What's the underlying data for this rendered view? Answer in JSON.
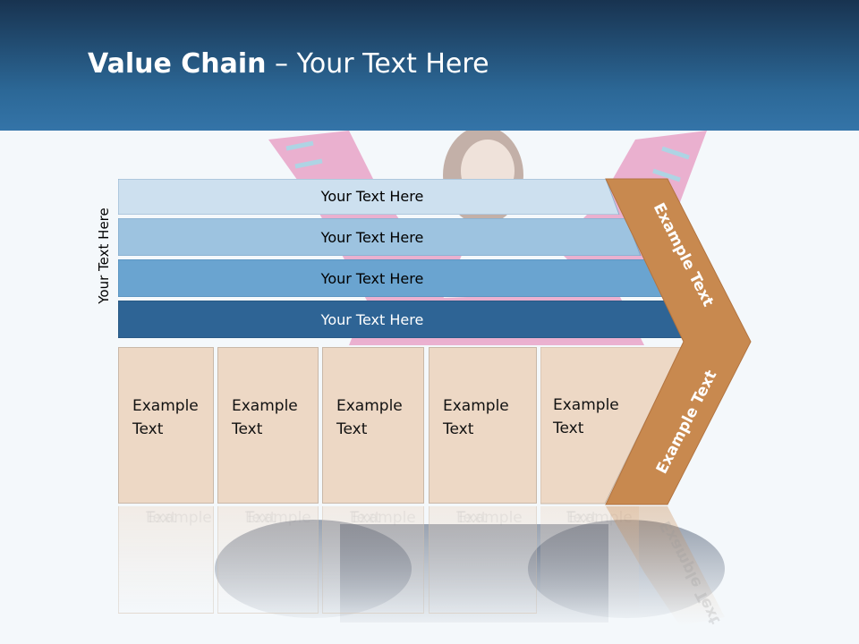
{
  "slide": {
    "title_bold": "Value Chain",
    "title_rest": " – Your Text Here",
    "side_label": "Your Text Here"
  },
  "bars": [
    {
      "label": "Your Text Here",
      "color": "#cde0ef"
    },
    {
      "label": "Your Text Here",
      "color": "#9dc3e0"
    },
    {
      "label": "Your Text Here",
      "color": "#6aa4d0"
    },
    {
      "label": "Your Text Here",
      "color": "#2e6495"
    }
  ],
  "boxes": [
    {
      "line1": "Example",
      "line2": "Text"
    },
    {
      "line1": "Example",
      "line2": "Text"
    },
    {
      "line1": "Example",
      "line2": "Text"
    },
    {
      "line1": "Example",
      "line2": "Text"
    },
    {
      "line1": "Example",
      "line2": "Text"
    }
  ],
  "chevron": {
    "upper_text": "Example Text",
    "lower_text": "Example Text",
    "color": "#c8894f"
  }
}
